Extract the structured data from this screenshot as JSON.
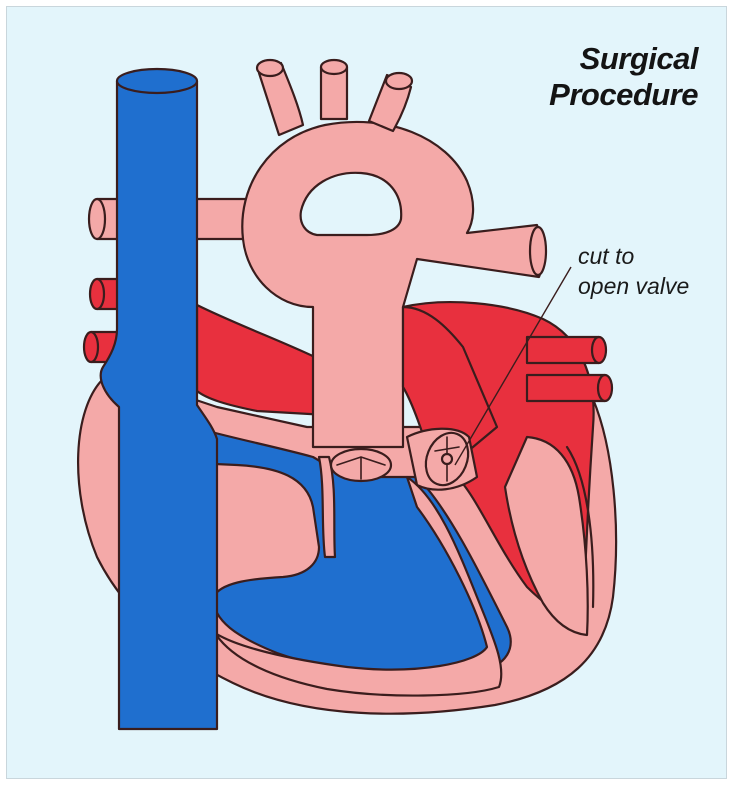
{
  "title": {
    "line1": "Surgical",
    "line2": "Procedure"
  },
  "annotation": {
    "line1": "cut to",
    "line2": "open valve"
  },
  "colors": {
    "background": "#e3f5fb",
    "vena_cava_blue": "#1f6fcf",
    "oxygenated_red": "#e8303e",
    "heart_pink": "#f4a9a8",
    "outline": "#3a1d1d"
  }
}
